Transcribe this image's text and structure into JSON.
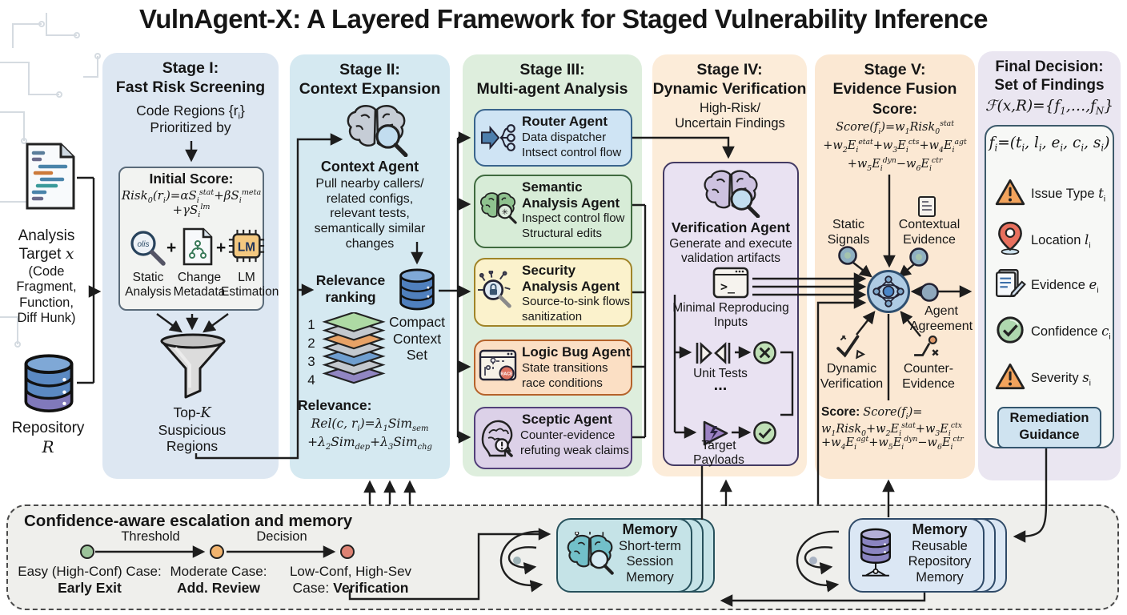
{
  "title": "VulnAgent-X: A Layered Framework for Staged Vulnerability Inference",
  "panel_colors": [
    "#dde7f2",
    "#d5e9f1",
    "#deeedd",
    "#fcecd9",
    "#fbe8d3",
    "#eae6f1"
  ],
  "inputs": {
    "analysis_target": {
      "label1": "Analysis",
      "label2": "Target *x*",
      "paren1": "(Code",
      "paren2": "Fragment,",
      "paren3": "Function,",
      "paren4": "Diff Hunk)"
    },
    "repository": {
      "label": "Repository",
      "symbol": "*R*"
    }
  },
  "stage1": {
    "title1": "Stage I:",
    "title2": "Fast Risk Screening",
    "intro1": "Code Regions {r_{i}}",
    "intro2": "Prioritized by",
    "score_box": {
      "title": "Initial Score:",
      "formula1": "Risk_{0}(r_{i})=αS_{i}^{stat}+βS_{i}^{meta}",
      "formula2": "+γS_{i}^{lm}",
      "lens_text": "olis",
      "chip_text": "LM",
      "plus": "+",
      "components": [
        {
          "label1": "Static",
          "label2": "Analysis"
        },
        {
          "label1": "Change",
          "label2": "Metadata"
        },
        {
          "label1": "LM",
          "label2": "Estimation"
        }
      ]
    },
    "funnel_label1": "Top-*K*",
    "funnel_label2": "Suspicious",
    "funnel_label3": "Regions"
  },
  "stage2": {
    "title1": "Stage II:",
    "title2": "Context Expansion",
    "agent_name": "Context Agent",
    "desc1": "Pull nearby callers/",
    "desc2": "related configs,",
    "desc3": "relevant tests,",
    "desc4": "semantically similar",
    "desc5": "changes",
    "ranking_label1": "Relevance",
    "ranking_label2": "ranking",
    "rank1": "1",
    "rank2": "2",
    "rank3": "3",
    "rank4": "4",
    "context_set1": "Compact",
    "context_set2": "Context",
    "context_set3": "Set",
    "relevance_label": "Relevance:",
    "formula1": "Rel(c, r_{i})=λ_{1}Sim_{sem}",
    "formula2": "+λ_{2}Sim_{dep}+λ_{3}Sim_{chg}"
  },
  "stage3": {
    "title1": "Stage III:",
    "title2": "Multi-agent Analysis",
    "race_badge": "RACE",
    "agents": [
      {
        "name": "Router Agent",
        "desc1": "Data dispatcher",
        "desc2": "Intsect control flow",
        "fill": "#cfe4f4",
        "border": "#39648c"
      },
      {
        "name": "Semantic Analysis Agent",
        "desc1": "Inspect control flow",
        "desc2": "Structural edits",
        "fill": "#d7ecd7",
        "border": "#3f6b3f"
      },
      {
        "name": "Security Analysis Agent",
        "desc1": "Source-to-sink flows",
        "desc2": "sanitization",
        "fill": "#fbf2cc",
        "border": "#a08428"
      },
      {
        "name": "Logic Bug Agent",
        "desc1": "State transitions",
        "desc2": "race conditions",
        "fill": "#fbdfc4",
        "border": "#b5622a"
      },
      {
        "name": "Sceptic Agent",
        "desc1": "Counter-evidence",
        "desc2": "refuting weak claims",
        "fill": "#dcd1e8",
        "border": "#53407a"
      }
    ]
  },
  "stage4": {
    "title1": "Stage IV:",
    "title2": "Dynamic Verification",
    "input1": "High-Risk/",
    "input2": "Uncertain Findings",
    "agent_name": "Verification Agent",
    "desc1": "Generate and execute",
    "desc2": "validation artifacts",
    "artifact1": "Minimal Reproducing",
    "artifact2": "Inputs",
    "unit_tests": "Unit Tests",
    "ellipsis": "...",
    "payload1": "Target",
    "payload2": "Payloads"
  },
  "stage5": {
    "title1": "Stage V:",
    "title2": "Evidence Fusion",
    "score_label": "Score:",
    "formula1": "Score(f_{i})=w_{1}Risk_{0}^{stat}",
    "formula2": "+w_{2}E_{i}^{etat}+w_{3}E_{i}^{cts}+w_{4}E_{i}^{agt}",
    "formula3": "+w_{5}E_{i}^{dyn}−w_{6}E_{i}^{ctr}",
    "static1": "Static",
    "static2": "Signals",
    "ctx1": "Contextual",
    "ctx2": "Evidence",
    "agent1": "Agent",
    "agent2": "Agreement",
    "dyn1": "Dynamic",
    "dyn2": "Verification",
    "ctr1": "Counter-",
    "ctr2": "Evidence",
    "bottom_label": "Score:",
    "bottom_formula1": "Score(f_{i})=",
    "bottom_formula2": "w_{1}Risk_{0}+w_{2}E_{i}^{stat}+w_{3}E_{i}^{ctx}",
    "bottom_formula3": "+w_{4}E_{i}^{agt}+w_{5}E_{i}^{dyn}−w_{6}E_{i}^{ctr}"
  },
  "final": {
    "title1": "Final Decision:",
    "title2": "Set of Findings",
    "set_formula": "ℱ(x,R)={f_{1},…,f_{N}}",
    "tuple_formula": "f_{i}=(t_{i}, l_{i}, e_{i}, c_{i}, s_{i})",
    "fields": [
      {
        "icon": "warning-triangle",
        "label": "Issue Type *t*_{i}"
      },
      {
        "icon": "location-pin",
        "label": "Location *l*_{i}"
      },
      {
        "icon": "evidence-doc",
        "label": "Evidence *e*_{i}"
      },
      {
        "icon": "check-circle",
        "label": "Confidence *c*_{i}"
      },
      {
        "icon": "warning-triangle",
        "label": "Severity *s*_{i}"
      }
    ],
    "remediation1": "Remediation",
    "remediation2": "Guidance"
  },
  "escalation": {
    "title": "Confidence-aware escalation and memory",
    "threshold_label": "Threshold",
    "decision_label": "Decision",
    "dot_colors": [
      "#9cc39a",
      "#f2b46e",
      "#dd8273"
    ],
    "cases": [
      {
        "top": "Easy (High-Conf) Case:",
        "bottom_prefix": "",
        "bottom_bold": "Early Exit"
      },
      {
        "top": "Moderate Case:",
        "bottom_prefix": "",
        "bottom_bold": "Add. Review"
      },
      {
        "top": "Low-Conf, High-Sev",
        "bottom_prefix": "Case: ",
        "bottom_bold": "Verification"
      }
    ],
    "memory1": {
      "title": "Memory",
      "line1": "Short-term",
      "line2": "Session",
      "line3": "Memory"
    },
    "memory2": {
      "title": "Memory",
      "line1": "Reusable",
      "line2": "Repository",
      "line3": "Memory"
    }
  }
}
